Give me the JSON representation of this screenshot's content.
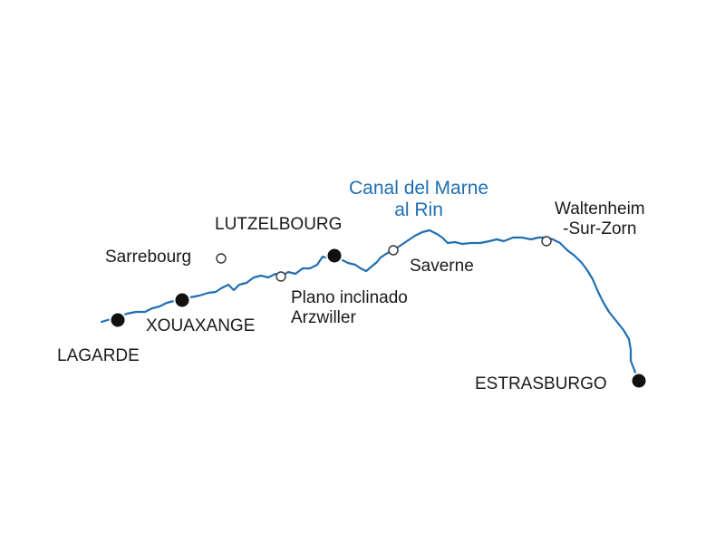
{
  "map": {
    "river_label": {
      "line1": "Canal del Marne",
      "line2": "al Rin",
      "color": "#1f6fb2"
    },
    "river_color": "#1f6fb2",
    "major_stop_color": "#111111",
    "minor_stop_color": "#ffffff",
    "places": {
      "lagarde": {
        "name": "LAGARDE",
        "type": "major-stop"
      },
      "xouaxange": {
        "name": "XOUAXANGE",
        "type": "major-stop"
      },
      "sarrebourg": {
        "name": "Sarrebourg",
        "type": "minor-place"
      },
      "plano": {
        "line1": "Plano inclinado",
        "line2": "Arzwiller",
        "type": "minor-place"
      },
      "lutzelbourg": {
        "name": "LUTZELBOURG",
        "type": "major-stop"
      },
      "saverne": {
        "name": "Saverne",
        "type": "minor-place"
      },
      "waltenheim": {
        "line1": "Waltenheim",
        "line2": "-Sur-Zorn",
        "type": "minor-place"
      },
      "estrasburgo": {
        "name": "ESTRASBURGO",
        "type": "major-stop"
      }
    }
  }
}
